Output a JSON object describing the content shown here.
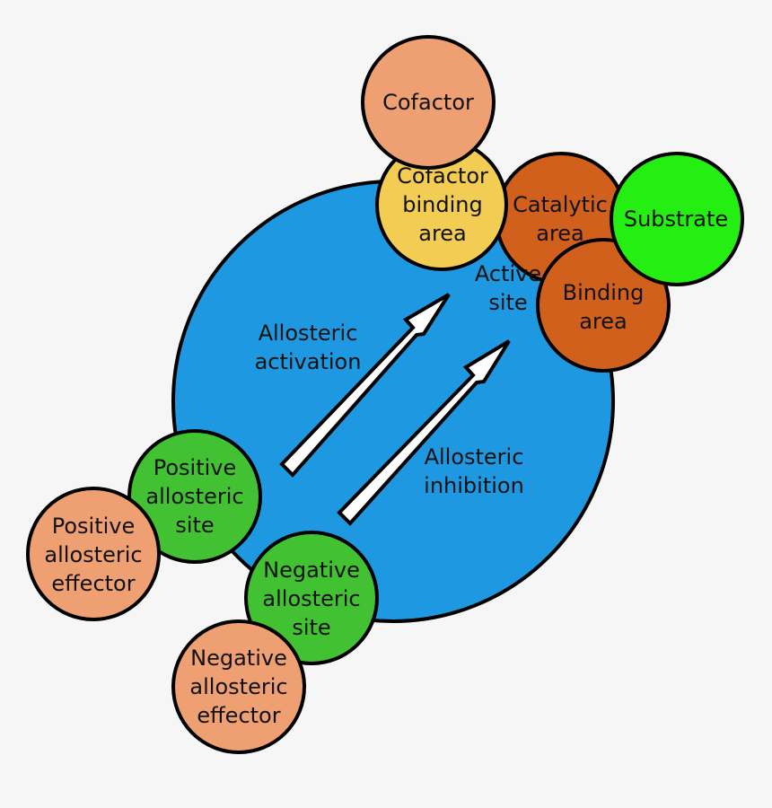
{
  "colors": {
    "background": "#f6f6f6",
    "enzyme": "#1e98e0",
    "cofactor": "#efa073",
    "cofactor_binding": "#f2cc53",
    "catalytic": "#d2601d",
    "substrate": "#24ee12",
    "allosteric_site": "#42c132",
    "effector": "#efa073"
  },
  "labels": {
    "cofactor": [
      "Cofactor"
    ],
    "cofactor_binding": [
      "Cofactor",
      "binding",
      "area"
    ],
    "catalytic": [
      "Catalytic",
      "area"
    ],
    "substrate": [
      "Substrate"
    ],
    "binding": [
      "Binding",
      "area"
    ],
    "active_site": [
      "Active",
      "site"
    ],
    "allosteric_activation": [
      "Allosteric",
      "activation"
    ],
    "allosteric_inhibition": [
      "Allosteric",
      "inhibition"
    ],
    "positive_site": [
      "Positive",
      "allosteric",
      "site"
    ],
    "positive_effector": [
      "Positive",
      "allosteric",
      "effector"
    ],
    "negative_site": [
      "Negative",
      "allosteric",
      "site"
    ],
    "negative_effector": [
      "Negative",
      "allosteric",
      "effector"
    ]
  }
}
